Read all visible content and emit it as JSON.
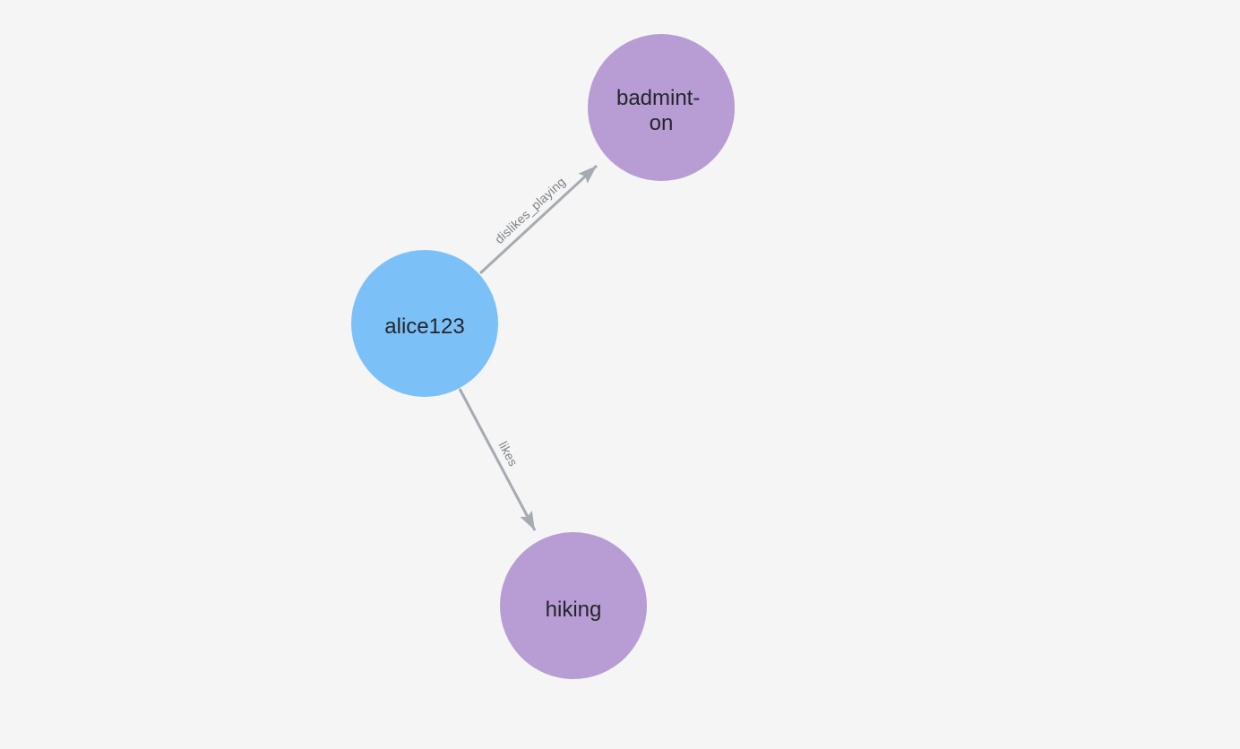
{
  "canvas": {
    "background_color": "#f4f5f4"
  },
  "graph": {
    "type": "node-link-graph",
    "nodes": [
      {
        "id": "alice123",
        "label": "alice123",
        "display_lines": [
          "alice123"
        ],
        "color": "#7cc0f8",
        "text_color": "#23262b"
      },
      {
        "id": "badminton",
        "label": "badminton",
        "display_lines": [
          "badmint-",
          "on"
        ],
        "color": "#b89cd4",
        "text_color": "#23262b"
      },
      {
        "id": "hiking",
        "label": "hiking",
        "display_lines": [
          "hiking"
        ],
        "color": "#b89cd4",
        "text_color": "#23262b"
      }
    ],
    "edges": [
      {
        "source": "alice123",
        "target": "badminton",
        "label": "dislikes_playing",
        "color": "#a6aab2",
        "label_color": "#7d8187"
      },
      {
        "source": "alice123",
        "target": "hiking",
        "label": "likes",
        "color": "#a6aab2",
        "label_color": "#7d8187"
      }
    ]
  }
}
